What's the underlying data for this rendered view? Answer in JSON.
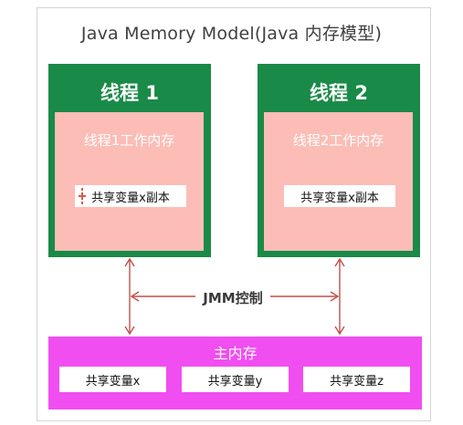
{
  "title": "Java Memory Model(Java 内存模型)",
  "threads": [
    {
      "title": "线程 1",
      "work_memory": "线程1工作内存",
      "copy": "共享变量x副本"
    },
    {
      "title": "线程 2",
      "work_memory": "线程2工作内存",
      "copy": "共享变量x副本"
    }
  ],
  "jmm_label": "JMM控制",
  "main_memory": {
    "title": "主内存",
    "vars": [
      "共享变量x",
      "共享变量y",
      "共享变量z"
    ]
  },
  "colors": {
    "thread_green": "#1a8a48",
    "work_memory_pink": "#fcbdb6",
    "main_memory_magenta": "#f04ef0",
    "arrow": "#c0504d"
  }
}
